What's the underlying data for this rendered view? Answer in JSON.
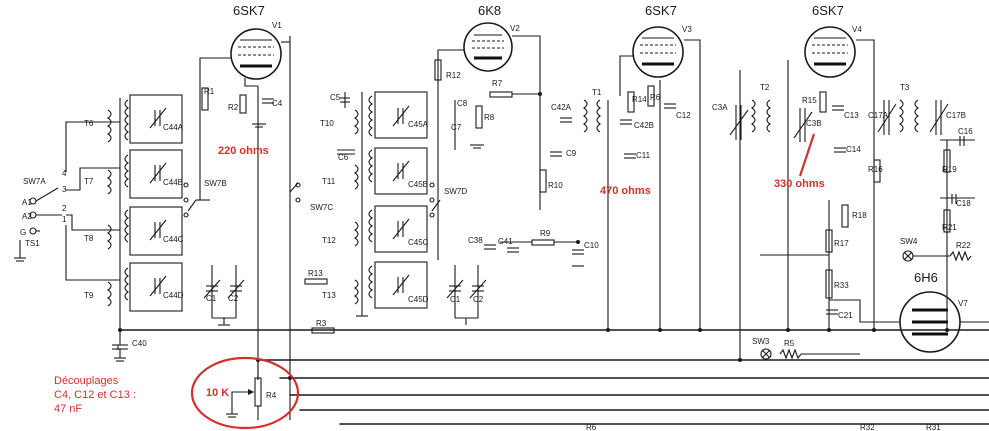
{
  "tubes": [
    {
      "type": "6SK7",
      "ref": "V1"
    },
    {
      "type": "6K8",
      "ref": "V2"
    },
    {
      "type": "6SK7",
      "ref": "V3"
    },
    {
      "type": "6SK7",
      "ref": "V4"
    },
    {
      "type": "6H6",
      "ref": "V7"
    }
  ],
  "annotations": {
    "r2_value": "220 ohms",
    "r14_value": "470 ohms",
    "r15_value": "330 ohms",
    "r4_value": "10 K",
    "decoupling_line1": "Découplages",
    "decoupling_line2": "C4, C12 et C13 :",
    "decoupling_line3": "47 nF"
  },
  "labels": {
    "t6": "T6",
    "t7": "T7",
    "t8": "T8",
    "t9": "T9",
    "t10": "T10",
    "t11": "T11",
    "t12": "T12",
    "t13": "T13",
    "t1": "T1",
    "t2": "T2",
    "t3": "T3",
    "c44a": "C44A",
    "c44b": "C44B",
    "c44c": "C44C",
    "c44d": "C44D",
    "c45a": "C45A",
    "c45b": "C45B",
    "c45c": "C45C",
    "c45d": "C45D",
    "c40": "C40",
    "c1": "C1",
    "c2": "C2",
    "c1b": "C1",
    "c2b": "C2",
    "c4": "C4",
    "c5": "C5",
    "c6": "C6",
    "c7": "C7",
    "c8": "C8",
    "c9": "C9",
    "c10": "C10",
    "c11": "C11",
    "c12": "C12",
    "c13": "C13",
    "c14": "C14",
    "c16": "C16",
    "c17a": "C17A",
    "c17b": "C17B",
    "c18": "C18",
    "c21": "C21",
    "c38": "C38",
    "c3a": "C3A",
    "c3b": "C3B",
    "c41": "C41",
    "c42a": "C42A",
    "c42b": "C42B",
    "r1": "R1",
    "r2": "R2",
    "r3": "R3",
    "r4": "R4",
    "r5": "R5",
    "r6": "R6",
    "r7": "R7",
    "r8": "R8",
    "r9": "R9",
    "r9b": "R9",
    "r10": "R10",
    "r12": "R12",
    "r13": "R13",
    "r14": "R14",
    "r15": "R15",
    "r16": "R16",
    "r17": "R17",
    "r18": "R18",
    "r19": "R19",
    "r21": "R21",
    "r22": "R22",
    "r33": "R33",
    "r32": "R32",
    "r31": "R31",
    "sw7a": "SW7A",
    "sw7b": "SW7B",
    "sw7c": "SW7C",
    "sw7d": "SW7D",
    "sw3": "SW3",
    "sw4": "SW4",
    "a1": "A1",
    "a2": "A2",
    "ts1": "TS1",
    "g": "G",
    "n4": "4",
    "n3": "3",
    "n2": "2",
    "n1": "1"
  }
}
